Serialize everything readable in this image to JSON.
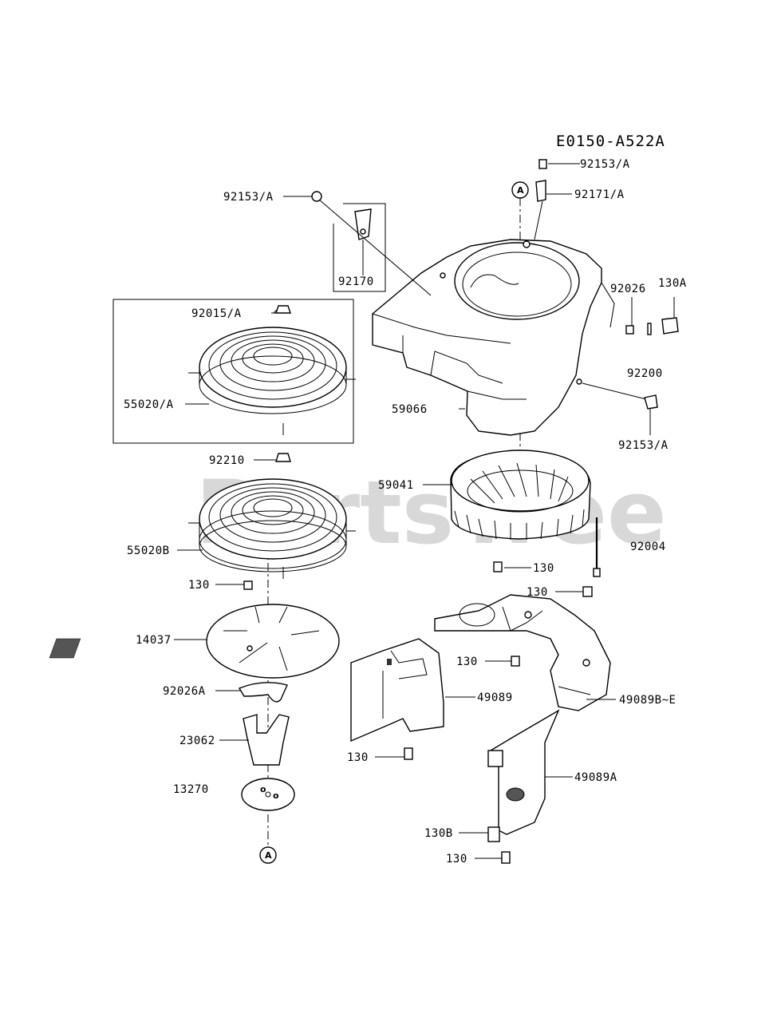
{
  "watermark": "PartsTree",
  "diagram_code": "E0150-A522A",
  "reference_marker": "A",
  "labels": {
    "l_92153a_top": "92153/A",
    "l_92171a": "92171/A",
    "l_92153a_left": "92153/A",
    "l_92170": "92170",
    "l_92026": "92026",
    "l_130a": "130A",
    "l_92015a": "92015/A",
    "l_92200": "92200",
    "l_55020a": "55020/A",
    "l_59066": "59066",
    "l_92153a_right": "92153/A",
    "l_92210": "92210",
    "l_59041": "59041",
    "l_92004": "92004",
    "l_55020b": "55020B",
    "l_130_1": "130",
    "l_130_2": "130",
    "l_130_3": "130",
    "l_14037": "14037",
    "l_130_4": "130",
    "l_92026a": "92026A",
    "l_49089": "49089",
    "l_49089be": "49089B~E",
    "l_23062": "23062",
    "l_130_5": "130",
    "l_13270": "13270",
    "l_49089a": "49089A",
    "l_130b": "130B",
    "l_130_6": "130"
  }
}
